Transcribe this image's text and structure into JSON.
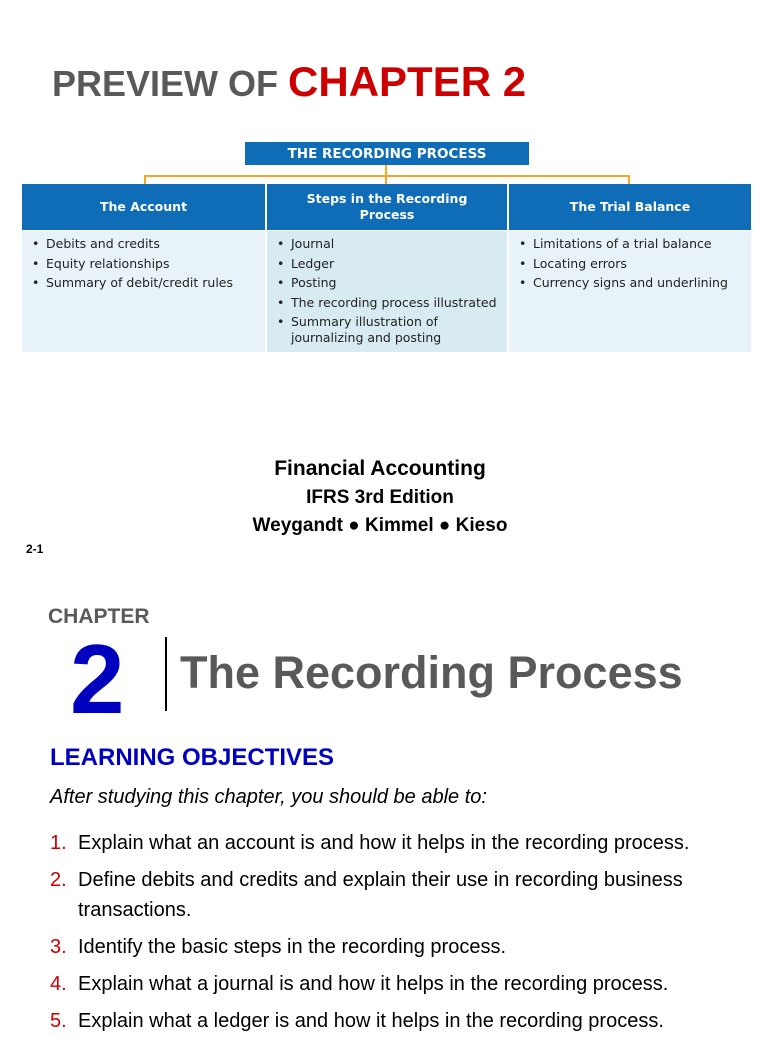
{
  "preview": {
    "title_prefix": "PREVIEW OF",
    "title_chapter": "CHAPTER 2"
  },
  "diagram": {
    "top_label": "THE RECORDING PROCESS",
    "columns": [
      {
        "header": "The Account",
        "items": [
          "Debits and credits",
          "Equity relationships",
          "Summary of debit/credit rules"
        ]
      },
      {
        "header": "Steps in the Recording Process",
        "items": [
          "Journal",
          "Ledger",
          "Posting",
          "The recording process illustrated",
          "Summary illustration of journalizing and posting"
        ]
      },
      {
        "header": "The Trial Balance",
        "items": [
          "Limitations of a trial balance",
          "Locating errors",
          "Currency signs and underlining"
        ]
      }
    ],
    "colors": {
      "header_blue": "#0f6cb6",
      "connector_orange": "#f5a623",
      "body_light": "#e7f3f8"
    }
  },
  "book": {
    "title": "Financial Accounting",
    "edition": "IFRS 3rd Edition",
    "authors": "Weygandt ● Kimmel ● Kieso"
  },
  "slide_number": "2-1",
  "chapter": {
    "label": "CHAPTER",
    "number": "2",
    "title": "The Recording Process"
  },
  "learning": {
    "heading": "LEARNING OBJECTIVES",
    "intro": "After studying this chapter, you should be able to:",
    "objectives": [
      {
        "num": "1.",
        "text": "Explain what an account is and how it helps in the recording process."
      },
      {
        "num": "2.",
        "text": "Define debits and credits and explain their use in recording business transactions."
      },
      {
        "num": "3.",
        "text": "Identify the basic steps in the recording process."
      },
      {
        "num": "4.",
        "text": "Explain what a journal is and how it helps in the recording process."
      },
      {
        "num": "5.",
        "text": "Explain what a ledger is and how it helps in the recording process."
      }
    ]
  },
  "colors": {
    "red": "#cc0000",
    "blue": "#0000bf",
    "gray": "#595959"
  }
}
